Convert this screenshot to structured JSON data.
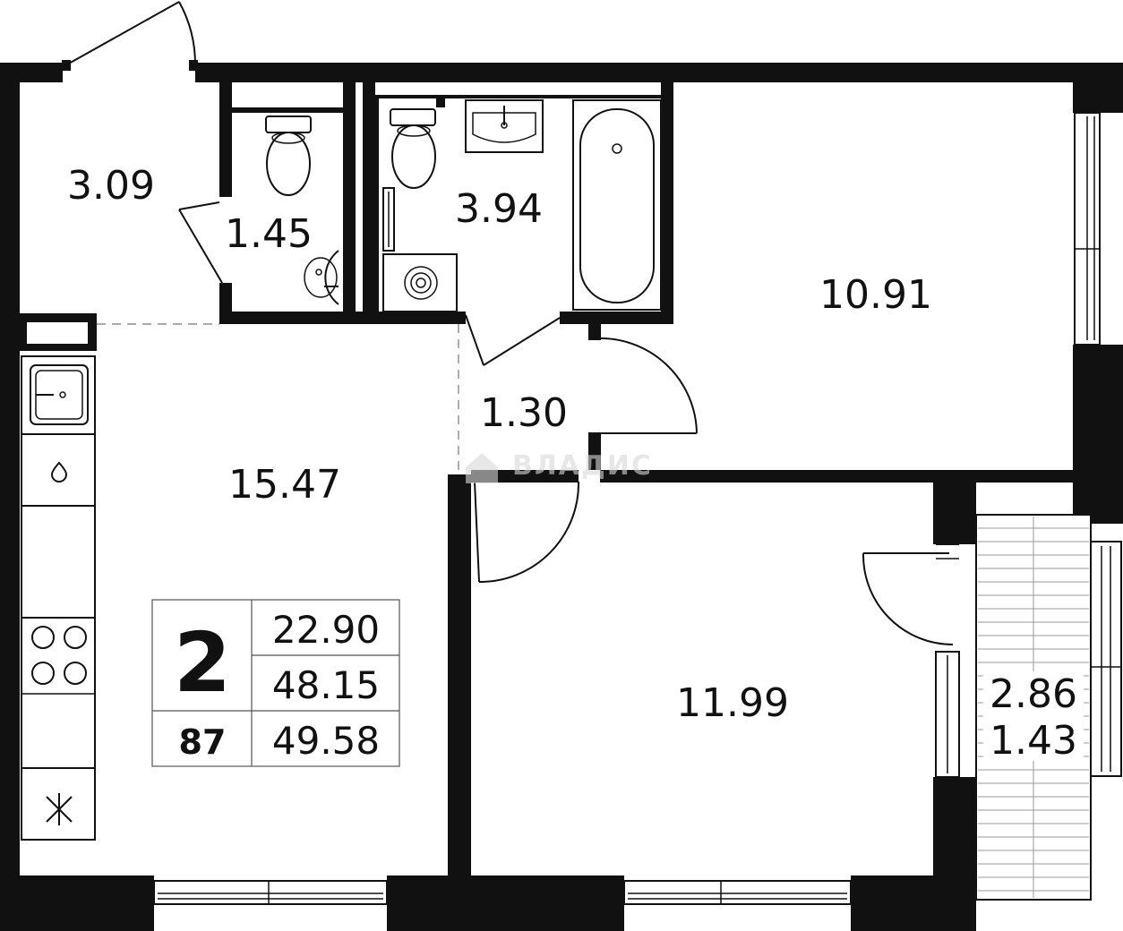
{
  "rooms": [
    {
      "id": "hall",
      "area": "3.09"
    },
    {
      "id": "wc",
      "area": "1.45"
    },
    {
      "id": "bathroom",
      "area": "3.94"
    },
    {
      "id": "bedroom-1",
      "area": "10.91"
    },
    {
      "id": "corridor",
      "area": "1.30"
    },
    {
      "id": "kitchen-living",
      "area": "15.47"
    },
    {
      "id": "bedroom-2",
      "area": "11.99"
    },
    {
      "id": "balcony",
      "area_full": "2.86",
      "area_reduced": "1.43"
    }
  ],
  "info": {
    "rooms_count": "2",
    "living_area": "22.90",
    "total_area": "48.15",
    "apartment_number": "87",
    "total_with_balcony": "49.58"
  },
  "watermark": {
    "text": "ВЛАДИС"
  },
  "colors": {
    "wall": "#111111",
    "background": "#ffffff",
    "watermark": "#d8d8d8"
  }
}
